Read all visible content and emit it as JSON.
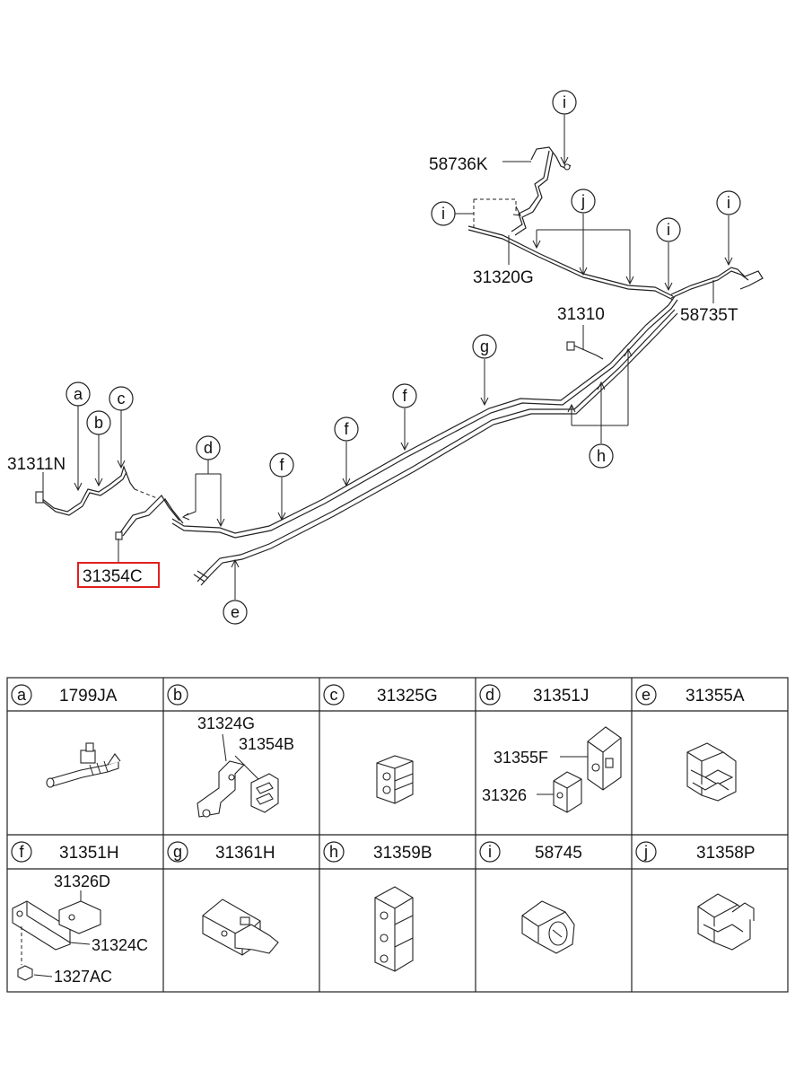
{
  "callouts": {
    "a": "a",
    "b": "b",
    "c": "c",
    "d": "d",
    "e": "e",
    "f": "f",
    "g": "g",
    "h": "h",
    "i": "i",
    "j": "j"
  },
  "parts": {
    "p58736K": "58736K",
    "p31320G": "31320G",
    "p31310": "31310",
    "p58735T": "58735T",
    "p31311N": "31311N",
    "p31354C": "31354C"
  },
  "highlight_color": "#e02020",
  "table": {
    "row1": [
      {
        "key": "a",
        "part": "1799JA"
      },
      {
        "key": "b",
        "part": ""
      },
      {
        "key": "c",
        "part": "31325G"
      },
      {
        "key": "d",
        "part": "31351J"
      },
      {
        "key": "e",
        "part": "31355A"
      }
    ],
    "row2": [
      {
        "key": "f",
        "part": "31351H"
      },
      {
        "key": "g",
        "part": "31361H"
      },
      {
        "key": "h",
        "part": "31359B"
      },
      {
        "key": "i",
        "part": "58745"
      },
      {
        "key": "j",
        "part": "31358P"
      }
    ],
    "sub": {
      "b1": "31324G",
      "b2": "31354B",
      "d1": "31355F",
      "d2": "31326",
      "f1": "31326D",
      "f2": "31324C",
      "f3": "1327AC"
    }
  }
}
